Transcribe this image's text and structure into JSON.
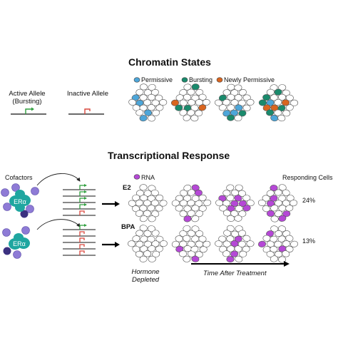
{
  "titles": {
    "chromatin_states": "Chromatin States",
    "transcriptional_response": "Transcriptional Response"
  },
  "alleles": {
    "active_line1": "Active Allele",
    "active_line2": "(Bursting)",
    "inactive": "Inactive Allele"
  },
  "legend": {
    "permissive": "Permissive",
    "bursting": "Bursting",
    "newly_permissive": "Newly Permissive",
    "rna": "RNA"
  },
  "labels": {
    "cofactors": "Cofactors",
    "era": "ERα",
    "e2": "E2",
    "bpa": "BPA",
    "responding_cells": "Responding Cells",
    "hormone_line1": "Hormone",
    "hormone_line2": "Depleted",
    "time_after_treatment": "Time After Treatment"
  },
  "percentages": {
    "e2": "24%",
    "bpa": "13%"
  },
  "colors": {
    "permissive": "#4da6d9",
    "bursting": "#1a8a6c",
    "newly_permissive": "#d9651f",
    "rna": "#b548d6",
    "active_arrow": "#2e9e3c",
    "inactive_arrow": "#d9463c",
    "era": "#1fa6a0",
    "cofactor": "#8e7bd6",
    "cofactor_dark": "#3b3180"
  }
}
